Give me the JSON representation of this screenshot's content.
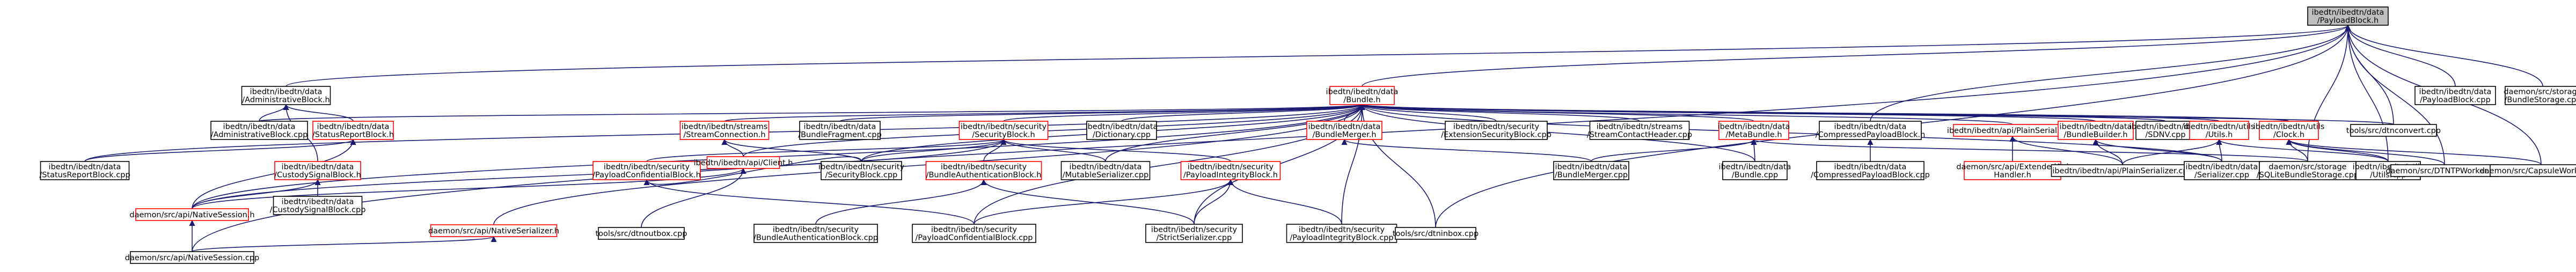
{
  "colors": {
    "edge": "#191970",
    "normal_border": "#000000",
    "red_border": "#ff0000",
    "highlight_fill": "#bfbfbf",
    "node_fill": "#ffffff",
    "text": "#000000"
  },
  "nodes": [
    {
      "id": "payloadblock_h",
      "lines": [
        "ibedtn/ibedtn/data",
        "/PayloadBlock.h"
      ],
      "highlight": true,
      "red": false
    },
    {
      "id": "administrativeblock_h",
      "lines": [
        "ibedtn/ibedtn/data",
        "/AdministrativeBlock.h"
      ],
      "red": false
    },
    {
      "id": "bundle_h",
      "lines": [
        "ibedtn/ibedtn/data",
        "/Bundle.h"
      ],
      "red": true
    },
    {
      "id": "payloadblock_cpp",
      "lines": [
        "ibedtn/ibedtn/data",
        "/PayloadBlock.cpp"
      ],
      "red": false
    },
    {
      "id": "bundlestorage_cpp",
      "lines": [
        "daemon/src/storage",
        "/BundleStorage.cpp"
      ],
      "red": false
    },
    {
      "id": "administrativeblock_cpp",
      "lines": [
        "ibedtn/ibedtn/data",
        "/AdministrativeBlock.cpp"
      ],
      "red": false
    },
    {
      "id": "statusreportblock_h",
      "lines": [
        "ibedtn/ibedtn/data",
        "/StatusReportBlock.h"
      ],
      "red": true
    },
    {
      "id": "streamconnection_h",
      "lines": [
        "ibedtn/ibedtn/streams",
        "/StreamConnection.h"
      ],
      "red": true
    },
    {
      "id": "bundlefragment_cpp",
      "lines": [
        "ibedtn/ibedtn/data",
        "/BundleFragment.cpp"
      ],
      "red": false
    },
    {
      "id": "securityblock_h",
      "lines": [
        "ibedtn/ibedtn/security",
        "/SecurityBlock.h"
      ],
      "red": true
    },
    {
      "id": "dictionary_cpp",
      "lines": [
        "ibedtn/ibedtn/data",
        "/Dictionary.cpp"
      ],
      "red": false
    },
    {
      "id": "bundlemerger_h",
      "lines": [
        "ibedtn/ibedtn/data",
        "/BundleMerger.h"
      ],
      "red": true
    },
    {
      "id": "extensionsecurityblock_cpp",
      "lines": [
        "ibedtn/ibedtn/security",
        "/ExtensionSecurityBlock.cpp"
      ],
      "red": false
    },
    {
      "id": "streamcontactheader_cpp",
      "lines": [
        "ibedtn/ibedtn/streams",
        "/StreamContactHeader.cpp"
      ],
      "red": false
    },
    {
      "id": "metabundle_h",
      "lines": [
        "ibedtn/ibedtn/data",
        "/MetaBundle.h"
      ],
      "red": true
    },
    {
      "id": "compressedpayloadblock_h",
      "lines": [
        "ibedtn/ibedtn/data",
        "/CompressedPayloadBlock.h"
      ],
      "red": false
    },
    {
      "id": "plainserializer_h",
      "lines": [
        "ibedtn/ibedtn/api/PlainSerializer.h"
      ],
      "red": true
    },
    {
      "id": "bundlebuilder_h",
      "lines": [
        "ibedtn/ibedtn/data",
        "/BundleBuilder.h"
      ],
      "red": true
    },
    {
      "id": "sdnv_cpp",
      "lines": [
        "ibedtn/ibedtn/data",
        "/SDNV.cpp"
      ],
      "red": false
    },
    {
      "id": "utils_h",
      "lines": [
        "ibedtn/ibedtn/utils",
        "/Utils.h"
      ],
      "red": true
    },
    {
      "id": "clock_h",
      "lines": [
        "ibedtn/ibedtn/utils",
        "/Clock.h"
      ],
      "red": true
    },
    {
      "id": "dtnconvert_cpp",
      "lines": [
        "tools/src/dtnconvert.cpp"
      ],
      "red": false
    },
    {
      "id": "statusreportblock_cpp",
      "lines": [
        "ibedtn/ibedtn/data",
        "/StatusReportBlock.cpp"
      ],
      "red": false
    },
    {
      "id": "custodysignalblock_h",
      "lines": [
        "ibedtn/ibedtn/data",
        "/CustodySignalBlock.h"
      ],
      "red": true
    },
    {
      "id": "payloadconfidentialblock_h",
      "lines": [
        "ibedtn/ibedtn/security",
        "/PayloadConfidentialBlock.h"
      ],
      "red": true
    },
    {
      "id": "client_h",
      "lines": [
        "ibedtn/ibedtn/api/Client.h"
      ],
      "red": true
    },
    {
      "id": "securityblock_cpp",
      "lines": [
        "ibedtn/ibedtn/security",
        "/SecurityBlock.cpp"
      ],
      "red": false
    },
    {
      "id": "bundleauthenticationblock_h",
      "lines": [
        "ibedtn/ibedtn/security",
        "/BundleAuthenticationBlock.h"
      ],
      "red": true
    },
    {
      "id": "mutableserializer_cpp",
      "lines": [
        "ibedtn/ibedtn/data",
        "/MutableSerializer.cpp"
      ],
      "red": false
    },
    {
      "id": "payloadintegrityblock_h",
      "lines": [
        "ibedtn/ibedtn/security",
        "/PayloadIntegrityBlock.h"
      ],
      "red": true
    },
    {
      "id": "bundlemerger_cpp",
      "lines": [
        "ibedtn/ibedtn/data",
        "/BundleMerger.cpp"
      ],
      "red": false
    },
    {
      "id": "bundle_cpp",
      "lines": [
        "ibedtn/ibedtn/data",
        "/Bundle.cpp"
      ],
      "red": false
    },
    {
      "id": "compressedpayloadblock_cpp",
      "lines": [
        "ibedtn/ibedtn/data",
        "/CompressedPayloadBlock.cpp"
      ],
      "red": false
    },
    {
      "id": "extendedapihandler_h",
      "lines": [
        "daemon/src/api/ExtendedApi",
        "Handler.h"
      ],
      "red": true
    },
    {
      "id": "plainserializer_cpp",
      "lines": [
        "ibedtn/ibedtn/api/PlainSerializer.cpp"
      ],
      "red": false
    },
    {
      "id": "serializer_cpp",
      "lines": [
        "ibedtn/ibedtn/data",
        "/Serializer.cpp"
      ],
      "red": false
    },
    {
      "id": "sqlitebundlestorage_cpp",
      "lines": [
        "daemon/src/storage",
        "/SQLiteBundleStorage.cpp"
      ],
      "red": false
    },
    {
      "id": "utils_cpp",
      "lines": [
        "ibedtn/ibedtn/utils",
        "/Utils.cpp"
      ],
      "red": false
    },
    {
      "id": "dtntpworker_cpp",
      "lines": [
        "daemon/src/DTNTPWorker.cpp"
      ],
      "red": false
    },
    {
      "id": "capsuleworker_cpp",
      "lines": [
        "daemon/src/CapsuleWorker.cpp"
      ],
      "red": false
    },
    {
      "id": "custodysignalblock_cpp",
      "lines": [
        "ibedtn/ibedtn/data",
        "/CustodySignalBlock.cpp"
      ],
      "red": false
    },
    {
      "id": "nativesession_h",
      "lines": [
        "daemon/src/api/NativeSession.h"
      ],
      "red": true
    },
    {
      "id": "nativeserializer_h",
      "lines": [
        "daemon/src/api/NativeSerializer.h"
      ],
      "red": true
    },
    {
      "id": "dtnoutbox_cpp",
      "lines": [
        "tools/src/dtnoutbox.cpp"
      ],
      "red": false
    },
    {
      "id": "bundleauthenticationblock_cpp",
      "lines": [
        "ibedtn/ibedtn/security",
        "/BundleAuthenticationBlock.cpp"
      ],
      "red": false
    },
    {
      "id": "payloadconfidentialblock_cpp",
      "lines": [
        "ibedtn/ibedtn/security",
        "/PayloadConfidentialBlock.cpp"
      ],
      "red": false
    },
    {
      "id": "strictserializer_cpp",
      "lines": [
        "ibedtn/ibedtn/security",
        "/StrictSerializer.cpp"
      ],
      "red": false
    },
    {
      "id": "payloadintegrityblock_cpp",
      "lines": [
        "ibedtn/ibedtn/security",
        "/PayloadIntegrityBlock.cpp"
      ],
      "red": false
    },
    {
      "id": "dtninbox_cpp",
      "lines": [
        "tools/src/dtninbox.cpp"
      ],
      "red": false
    },
    {
      "id": "nativesession_cpp",
      "lines": [
        "daemon/src/api/NativeSession.cpp"
      ],
      "red": false
    }
  ]
}
